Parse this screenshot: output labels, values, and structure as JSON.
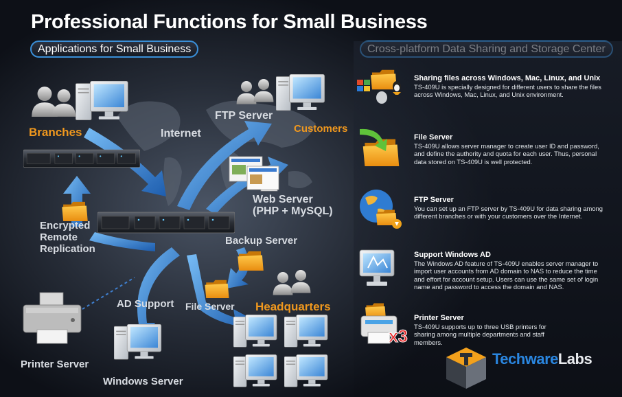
{
  "title": "Professional Functions for Small Business",
  "left_section": {
    "heading": "Applications for Small Business",
    "labels": {
      "branches": "Branches",
      "internet": "Internet",
      "ftp_server": "FTP Server",
      "customers": "Customers",
      "web_server_line1": "Web Server",
      "web_server_line2": "(PHP + MySQL)",
      "encrypted_line1": "Encrypted",
      "encrypted_line2": "Remote",
      "encrypted_line3": "Replication",
      "backup_server": "Backup Server",
      "ad_support": "AD Support",
      "file_server": "File Server",
      "headquarters": "Headquarters",
      "printer_server": "Printer Server",
      "windows_server": "Windows Server"
    }
  },
  "right_section": {
    "heading": "Cross-platform Data Sharing and Storage Center",
    "features": [
      {
        "title": "Sharing files across Windows, Mac, Linux, and Unix",
        "body": "TS-409U is specially designed for different users to share the files across Windows, Mac, Linux, and Unix environment."
      },
      {
        "title": "File Server",
        "body": "TS-409U  allows server manager to create user ID and password, and define the authority and quota for each user. Thus, personal data stored on TS-409U is well protected."
      },
      {
        "title": "FTP Server",
        "body": "You can set up an FTP server by TS-409U for data sharing among different branches or with your customers over the Internet."
      },
      {
        "title": "Support Windows AD",
        "body": "The Windows AD feature of TS-409U enables server manager to import user accounts from AD domain to NAS to reduce the time and effort for account setup. Users can use the same set of login name and password to access the domain and NAS."
      },
      {
        "title": "Printer Server",
        "body": "TS-409U supports up to three USB printers for sharing among multiple departments and staff members."
      }
    ],
    "printer_multiplier": "x3"
  },
  "watermark": {
    "part1": "Techware",
    "part2": "Labs"
  },
  "colors": {
    "accent_blue": "#3a8fd8",
    "label_orange": "#f0981e",
    "folder_orange": "#f2a01c"
  },
  "icons": [
    "user-icon",
    "computer-icon",
    "nas-rack-icon",
    "folder-icon",
    "printer-icon",
    "world-map",
    "arrow-icon",
    "os-logos-icon",
    "globe-icon",
    "monitor-icon"
  ]
}
